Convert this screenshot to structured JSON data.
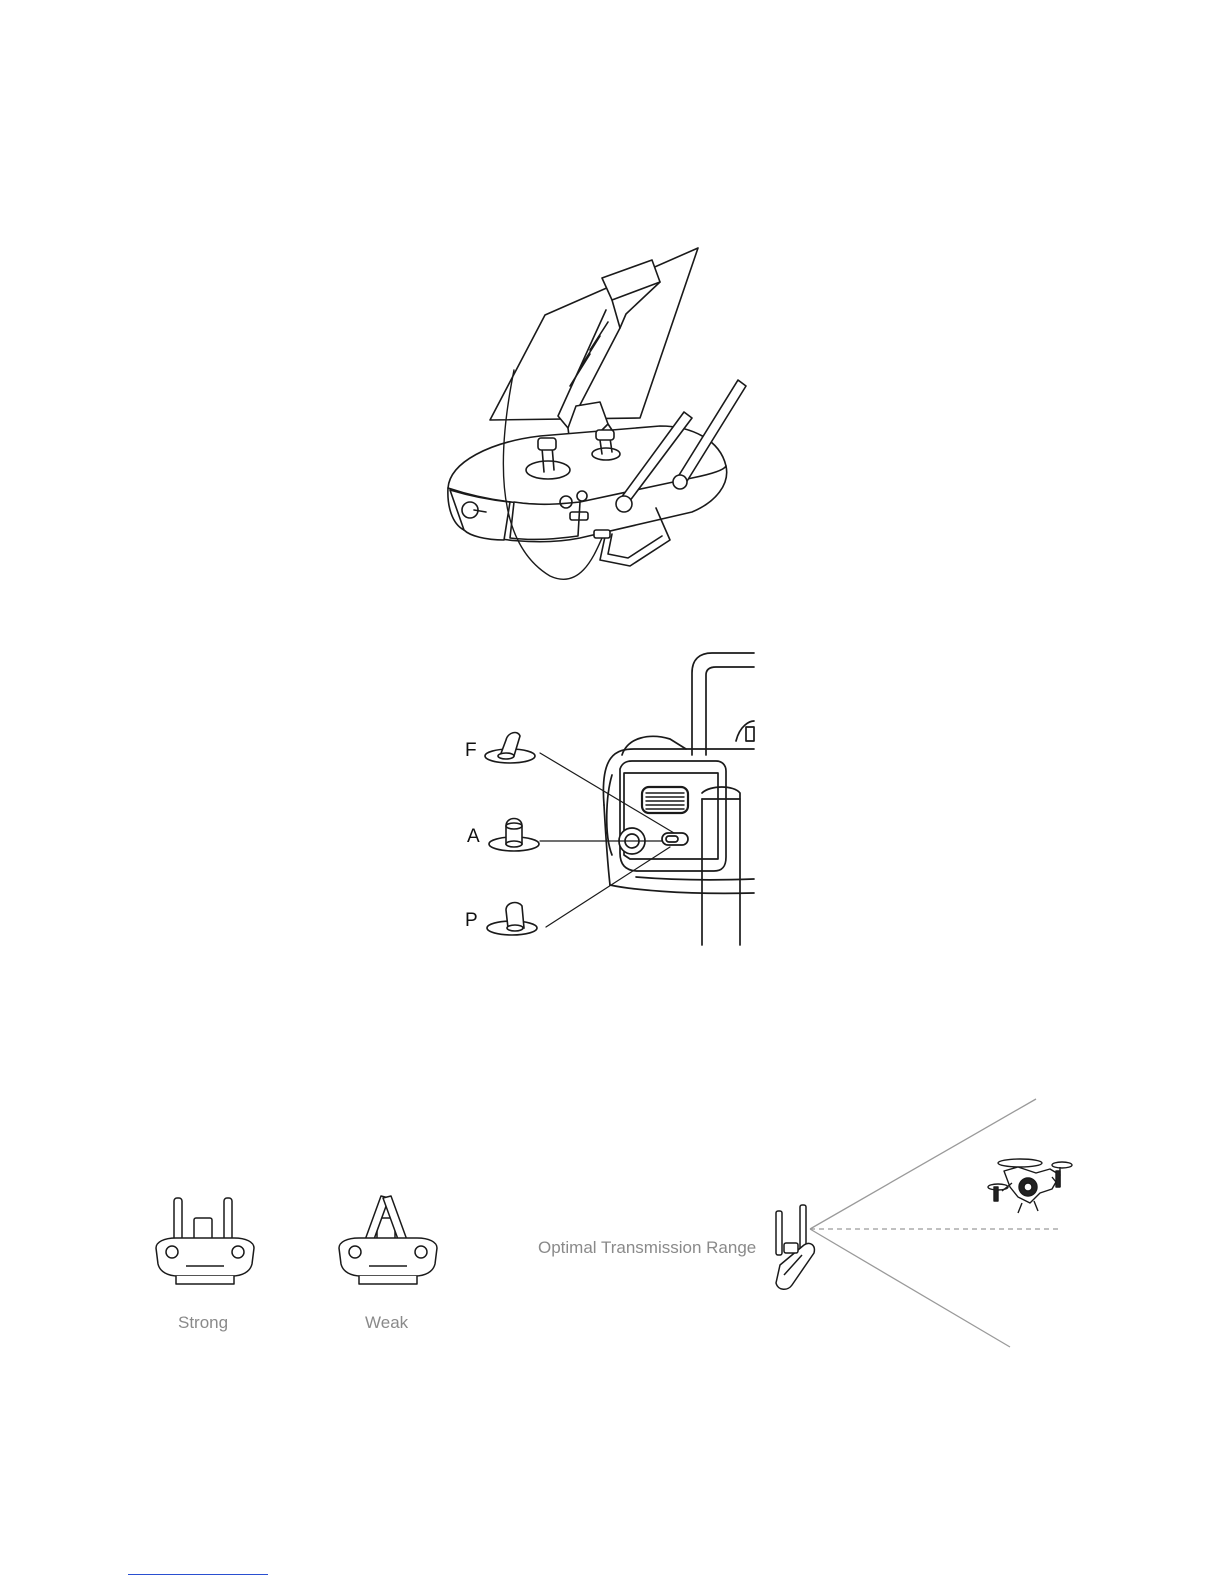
{
  "figure_mount": {
    "illustration": "remote-controller-with-tablet-mount"
  },
  "figure_flight_mode": {
    "illustration": "flight-mode-switch-closeup",
    "modes": [
      {
        "label": "F"
      },
      {
        "label": "A"
      },
      {
        "label": "P"
      }
    ]
  },
  "figure_antenna": {
    "strong_caption": "Strong",
    "weak_caption": "Weak",
    "range_label": "Optimal Transmission Range"
  },
  "colors": {
    "line": "#1a1a1a",
    "caption": "#8a8a8a",
    "range_line": "#9a9a9a",
    "footer_link": "#2a4fd1"
  }
}
